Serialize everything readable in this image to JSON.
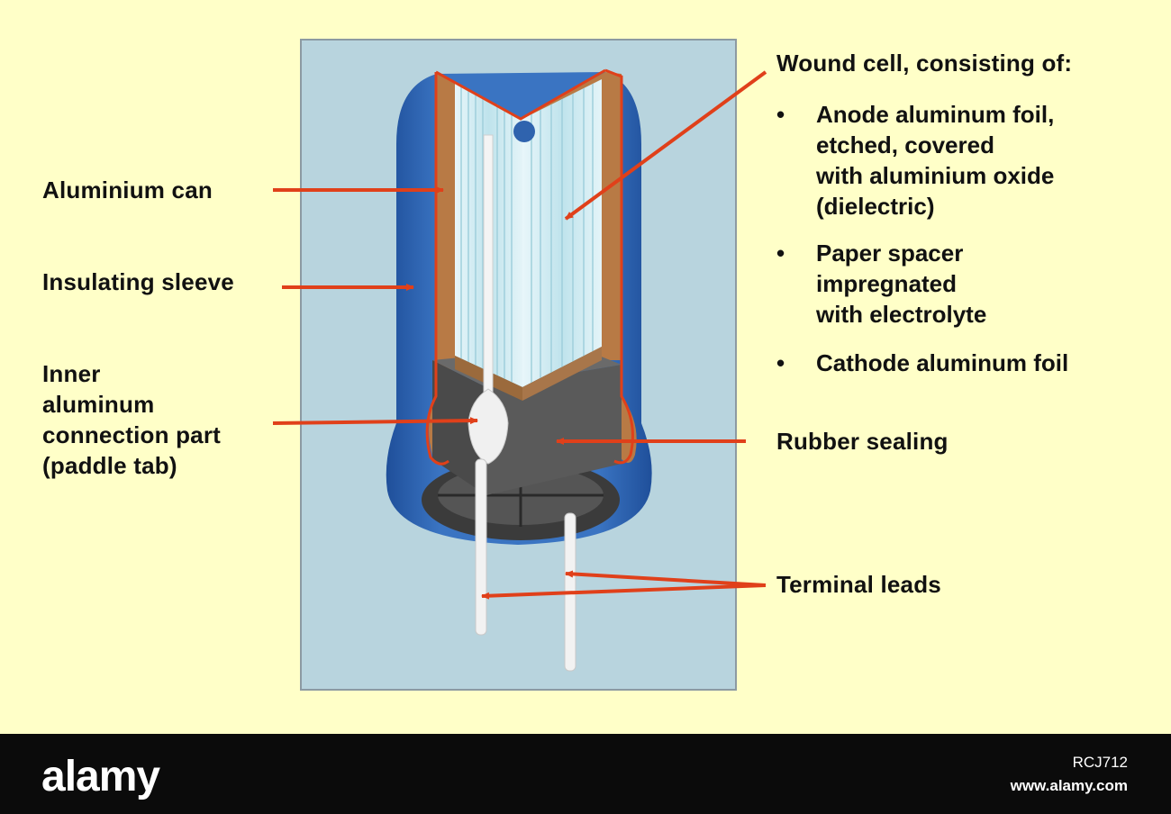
{
  "labels": {
    "aluminium_can": "Aluminium can",
    "insulating_sleeve": "Insulating sleeve",
    "inner_part": [
      "Inner",
      "aluminum",
      "connection part",
      "(paddle tab)"
    ],
    "wound_cell": "Wound cell, consisting of:",
    "rubber_sealing": "Rubber sealing",
    "terminal_leads": "Terminal leads"
  },
  "bullets": [
    {
      "marker": "•",
      "lines": [
        "Anode aluminum foil,",
        "etched, covered",
        "with aluminium oxide",
        "(dielectric)"
      ]
    },
    {
      "marker": "•",
      "lines": [
        "Paper spacer",
        "impregnated",
        "with electrolyte"
      ]
    },
    {
      "marker": "•",
      "lines": [
        "Cathode aluminum foil"
      ]
    }
  ],
  "footer": {
    "brand": "alamy",
    "image_code": "RCJ712",
    "url": "www.alamy.com"
  },
  "colors": {
    "background": "#ffffc8",
    "frame": "#b8d4de",
    "sleeve": "#2f63ae",
    "can_line": "#e0401a",
    "foil": "#c4e6ee",
    "rubber": "#4c4c4c",
    "arrow": "#e0401a"
  }
}
